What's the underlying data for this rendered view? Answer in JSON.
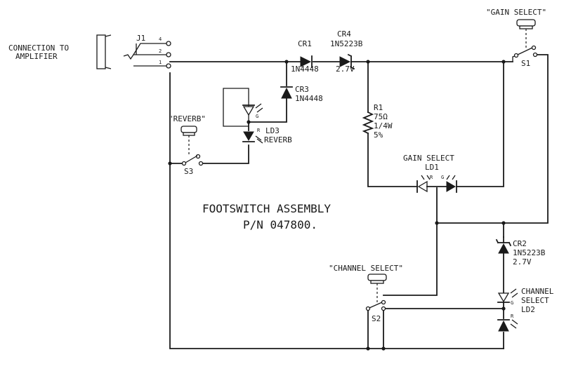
{
  "connection": {
    "line1": "CONNECTION TO",
    "line2": "AMPLIFIER"
  },
  "j1": {
    "ref": "J1",
    "pin4": "4",
    "pin2": "2",
    "pin1": "1"
  },
  "cr1": {
    "ref": "CR1",
    "part": "1N4448"
  },
  "cr4": {
    "ref": "CR4",
    "part": "1N5223B",
    "value": "2.7V"
  },
  "cr3": {
    "ref": "CR3",
    "part": "1N4448"
  },
  "cr2": {
    "ref": "CR2",
    "part": "1N5223B",
    "value": "2.7V"
  },
  "r1": {
    "ref": "R1",
    "value": "75Ω",
    "power": "1/4W",
    "tolerance": "5%"
  },
  "ld3": {
    "ref": "LD3",
    "name": "REVERB",
    "pin_g": "G",
    "pin_r": "R"
  },
  "ld1": {
    "name": "GAIN SELECT",
    "ref": "LD1",
    "pin_r": "R",
    "pin_g": "G"
  },
  "ld2": {
    "line1": "CHANNEL",
    "line2": "SELECT",
    "ref": "LD2",
    "pin_g": "G",
    "pin_r": "R"
  },
  "s1": {
    "ref": "S1",
    "label": "\"GAIN SELECT\""
  },
  "s2": {
    "ref": "S2",
    "label": "\"CHANNEL SELECT\""
  },
  "s3": {
    "ref": "S3",
    "label": "\"REVERB\""
  },
  "assembly": {
    "line1": "FOOTSWITCH ASSEMBLY",
    "line2": "P/N 047800."
  }
}
